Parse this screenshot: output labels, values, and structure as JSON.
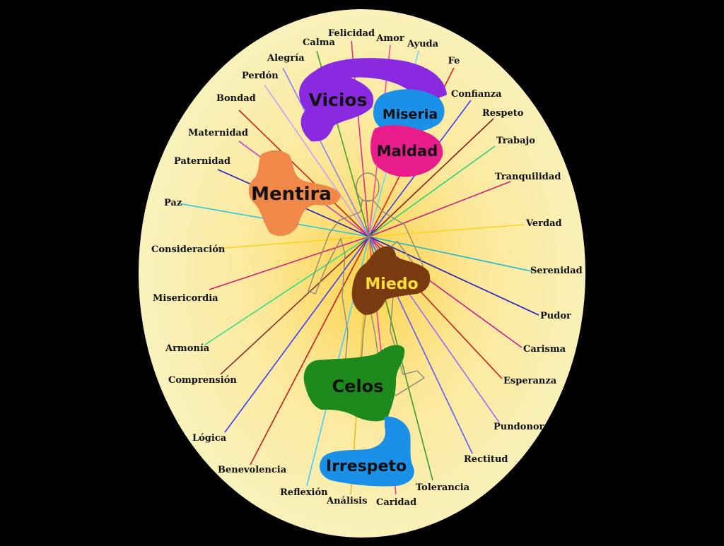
{
  "virtues": [
    {
      "label": "Felicidad",
      "color": "#e0308a"
    },
    {
      "label": "Amor",
      "color": "#ff4aa0"
    },
    {
      "label": "Ayuda",
      "color": "#6fd3ff"
    },
    {
      "label": "Fe",
      "color": "#e21c2a"
    },
    {
      "label": "Confianza",
      "color": "#3a3aff"
    },
    {
      "label": "Respeto",
      "color": "#8a1c1c"
    },
    {
      "label": "Trabajo",
      "color": "#2ad07a"
    },
    {
      "label": "Tranquilidad",
      "color": "#d01c7a"
    },
    {
      "label": "Verdad",
      "color": "#ffd21c"
    },
    {
      "label": "Serenidad",
      "color": "#1cb8d0"
    },
    {
      "label": "Pudor",
      "color": "#1c1cc8"
    },
    {
      "label": "Carisma",
      "color": "#c81c9a"
    },
    {
      "label": "Esperanza",
      "color": "#d01c1c"
    },
    {
      "label": "Pundonor",
      "color": "#9a6aff"
    },
    {
      "label": "Rectitud",
      "color": "#5a5aff"
    },
    {
      "label": "Tolerancia",
      "color": "#3a9a2a"
    },
    {
      "label": "Caridad",
      "color": "#ff3aa0"
    },
    {
      "label": "Análisis",
      "color": "#e6c21c"
    },
    {
      "label": "Reflexión",
      "color": "#3ad0ff"
    },
    {
      "label": "Benevolencia",
      "color": "#c81c1c"
    },
    {
      "label": "Lógica",
      "color": "#3a3aff"
    },
    {
      "label": "Comprensión",
      "color": "#8a2a2a"
    },
    {
      "label": "Armonía",
      "color": "#2ae08a"
    },
    {
      "label": "Misericordia",
      "color": "#d01c7a"
    },
    {
      "label": "Consideración",
      "color": "#ffd21c"
    },
    {
      "label": "Paz",
      "color": "#2ac8e0"
    },
    {
      "label": "Paternidad",
      "color": "#1c1cc8"
    },
    {
      "label": "Maternidad",
      "color": "#c83ac8"
    },
    {
      "label": "Bondad",
      "color": "#d01c1c"
    },
    {
      "label": "Perdón",
      "color": "#c8a0ff"
    },
    {
      "label": "Alegría",
      "color": "#8080ff"
    },
    {
      "label": "Calma",
      "color": "#40a030"
    }
  ],
  "vices": [
    {
      "label": "Vicios",
      "color": "#8a2ae0",
      "text_color": "#111111"
    },
    {
      "label": "Miseria",
      "color": "#1a90e8",
      "text_color": "#111111"
    },
    {
      "label": "Maldad",
      "color": "#e81c8a",
      "text_color": "#111111"
    },
    {
      "label": "Mentira",
      "color": "#f0884a",
      "text_color": "#111111"
    },
    {
      "label": "Miedo",
      "color": "#7a3a10",
      "text_color": "#ffe03a"
    },
    {
      "label": "Celos",
      "color": "#1e8a1e",
      "text_color": "#111111"
    },
    {
      "label": "Irrespeto",
      "color": "#1a90e8",
      "text_color": "#111111"
    }
  ],
  "colors": {
    "background": "#000000",
    "oval_outer": "#f8f3c0",
    "oval_inner": "#fbd24a",
    "figure_outline": "#8a8a7a"
  }
}
